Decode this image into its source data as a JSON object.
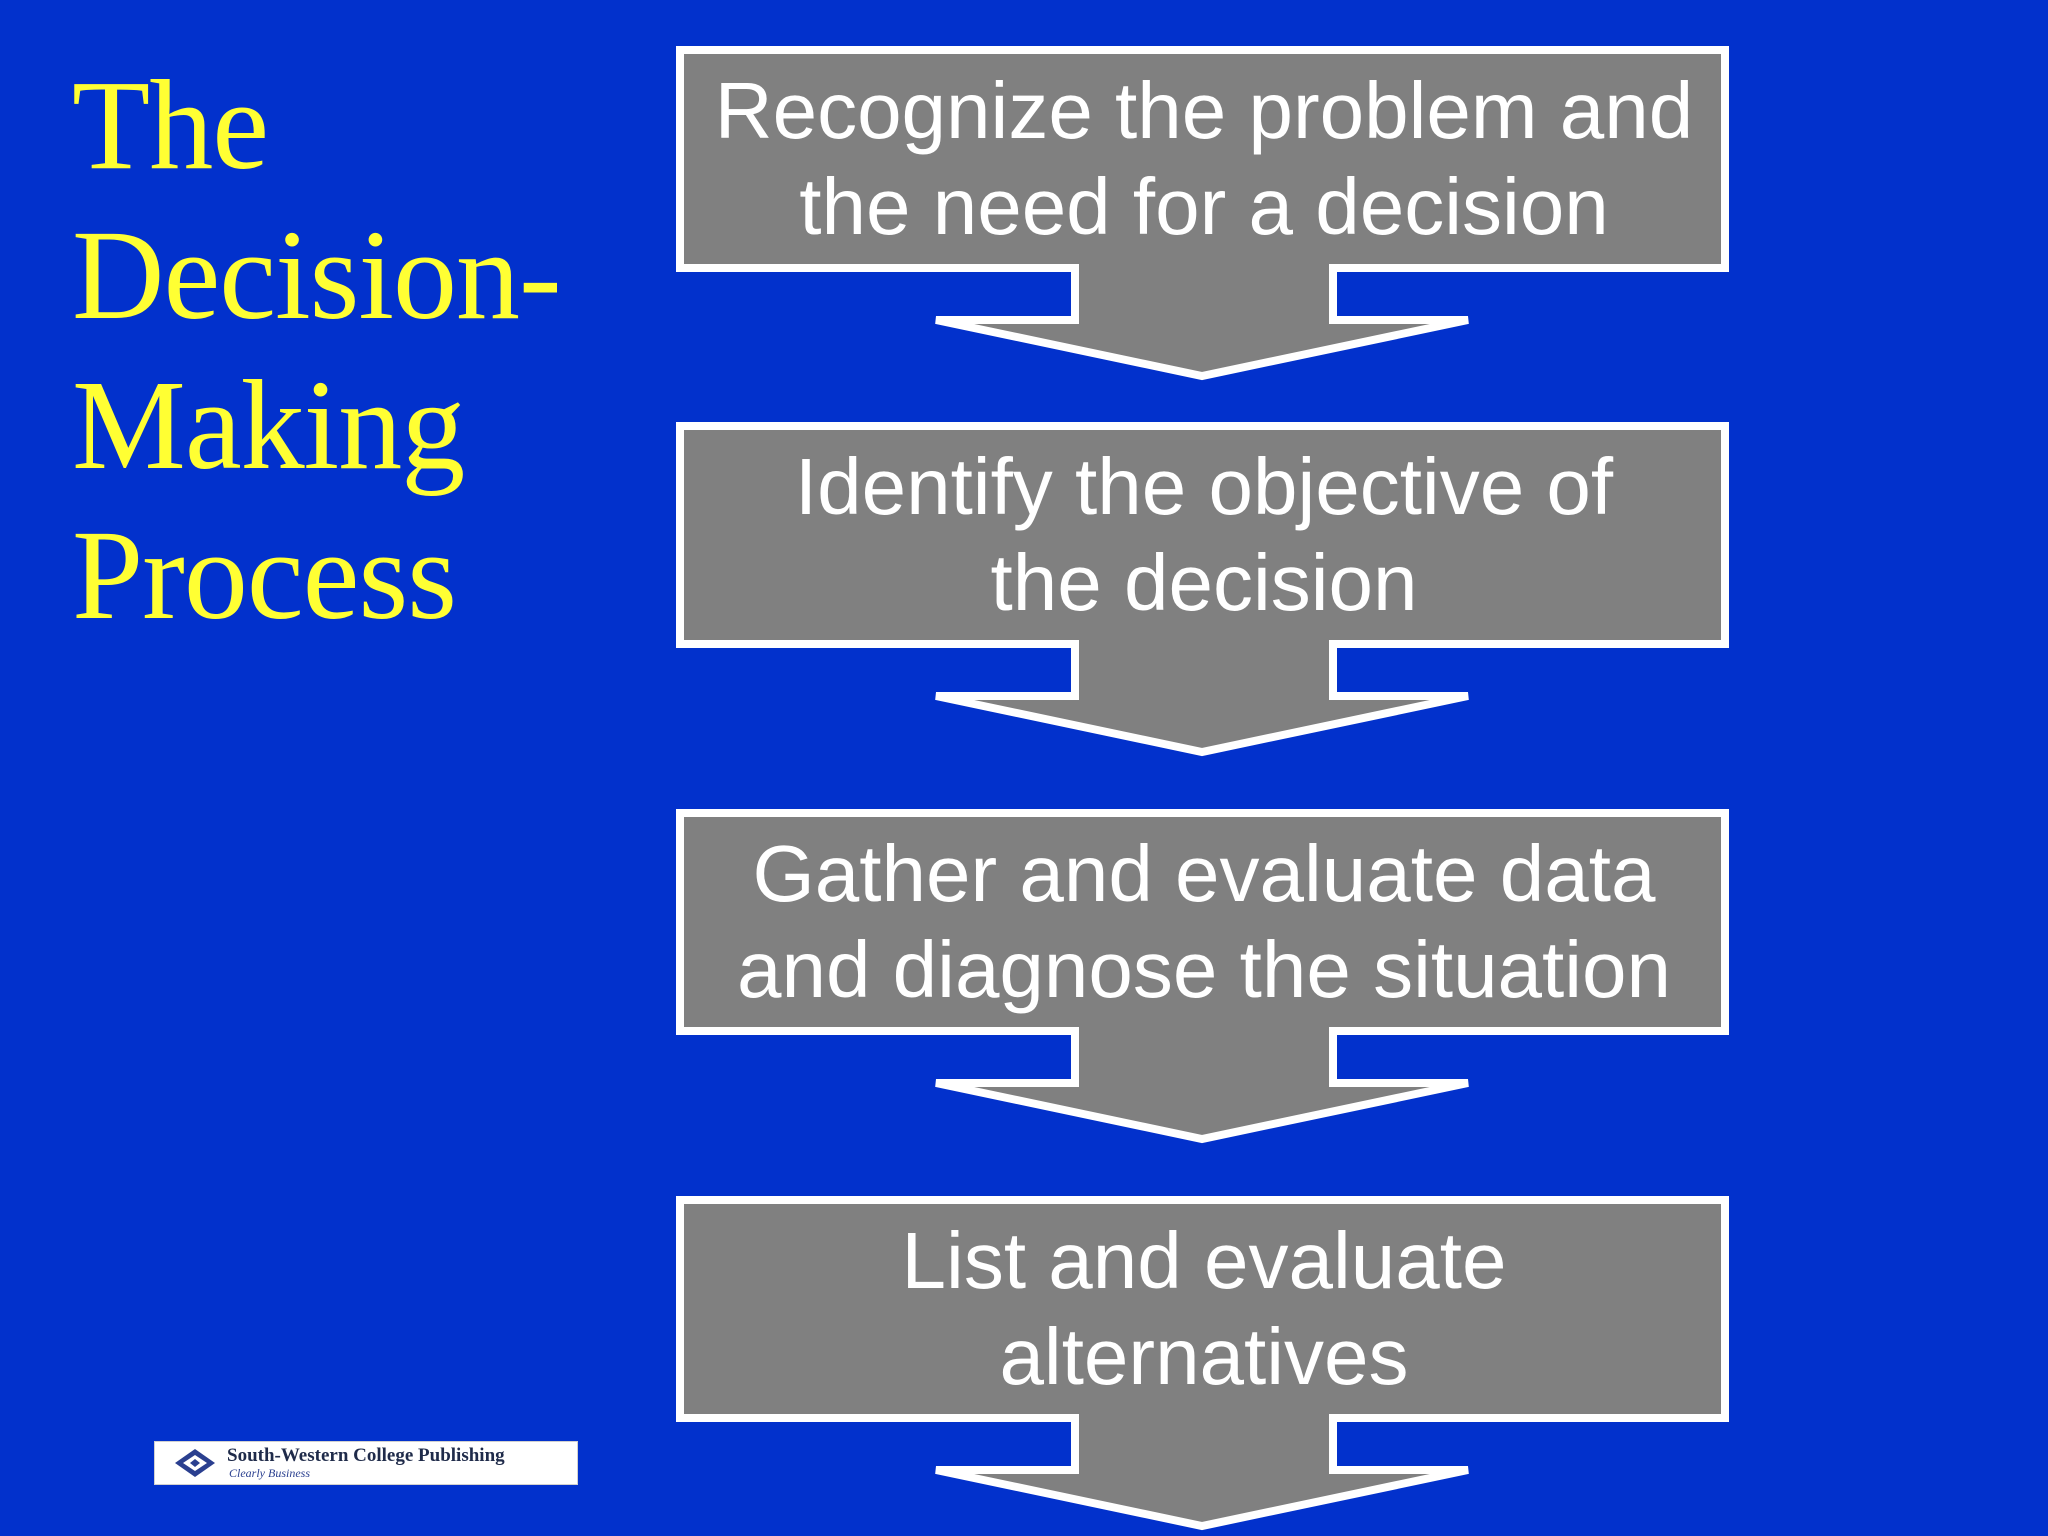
{
  "slide": {
    "background_color": "#0231cc",
    "title_color": "#ffff33",
    "box_fill_color": "#808080",
    "box_border_color": "#ffffff",
    "title_lines": [
      "The",
      "Decision-",
      "Making",
      "Process"
    ]
  },
  "steps": [
    {
      "lines": [
        "Recognize the problem and",
        "the need for a decision"
      ]
    },
    {
      "lines": [
        "Identify the objective of",
        "the decision"
      ]
    },
    {
      "lines": [
        "Gather and evaluate data",
        "and diagnose the situation"
      ]
    },
    {
      "lines": [
        "List and evaluate",
        "alternatives"
      ]
    }
  ],
  "logo": {
    "name": "South-Western College Publishing",
    "tagline": "Clearly Business"
  }
}
